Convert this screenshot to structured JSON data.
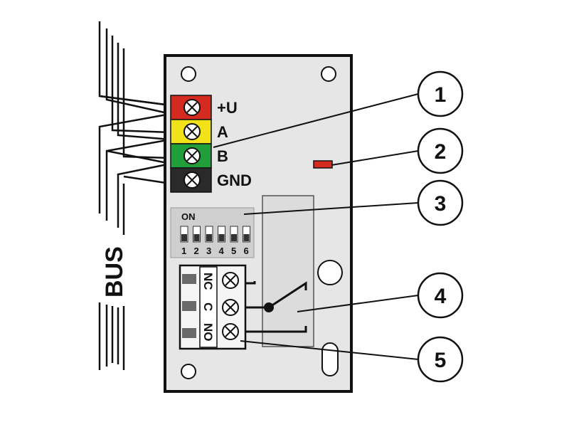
{
  "terminals": [
    {
      "label": "+U",
      "color": "#d42a1f"
    },
    {
      "label": "A",
      "color": "#f2e21a"
    },
    {
      "label": "B",
      "color": "#1f9e3a"
    },
    {
      "label": "GND",
      "color": "#2a2a2a"
    }
  ],
  "bus_label": "BUS",
  "dip_switch": {
    "on_label": "ON",
    "numbers": [
      "1",
      "2",
      "3",
      "4",
      "5",
      "6"
    ]
  },
  "relay_contacts": [
    "NC",
    "C",
    "NO"
  ],
  "led_color": "#d42a1f",
  "callouts": [
    "1",
    "2",
    "3",
    "4",
    "5"
  ]
}
